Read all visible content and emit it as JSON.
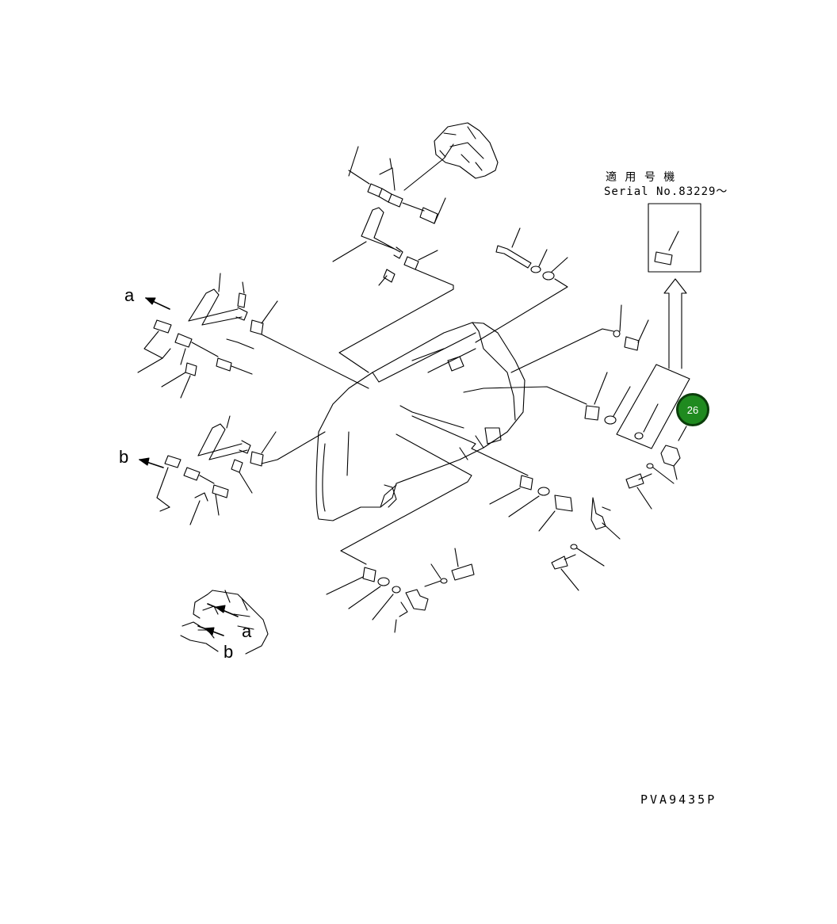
{
  "diagram": {
    "applicability_jp": "適 用 号 機",
    "applicability_serial": "Serial No.83229～",
    "callout_a": "a",
    "callout_b": "b",
    "callout_a_detail": "a",
    "callout_b_detail": "b",
    "drawing_number": "PVA9435P",
    "hotspot_label": "26"
  },
  "colors": {
    "line": "#000000",
    "hotspot_fill": "#1f8a1f",
    "hotspot_border": "#0b3d0b"
  }
}
